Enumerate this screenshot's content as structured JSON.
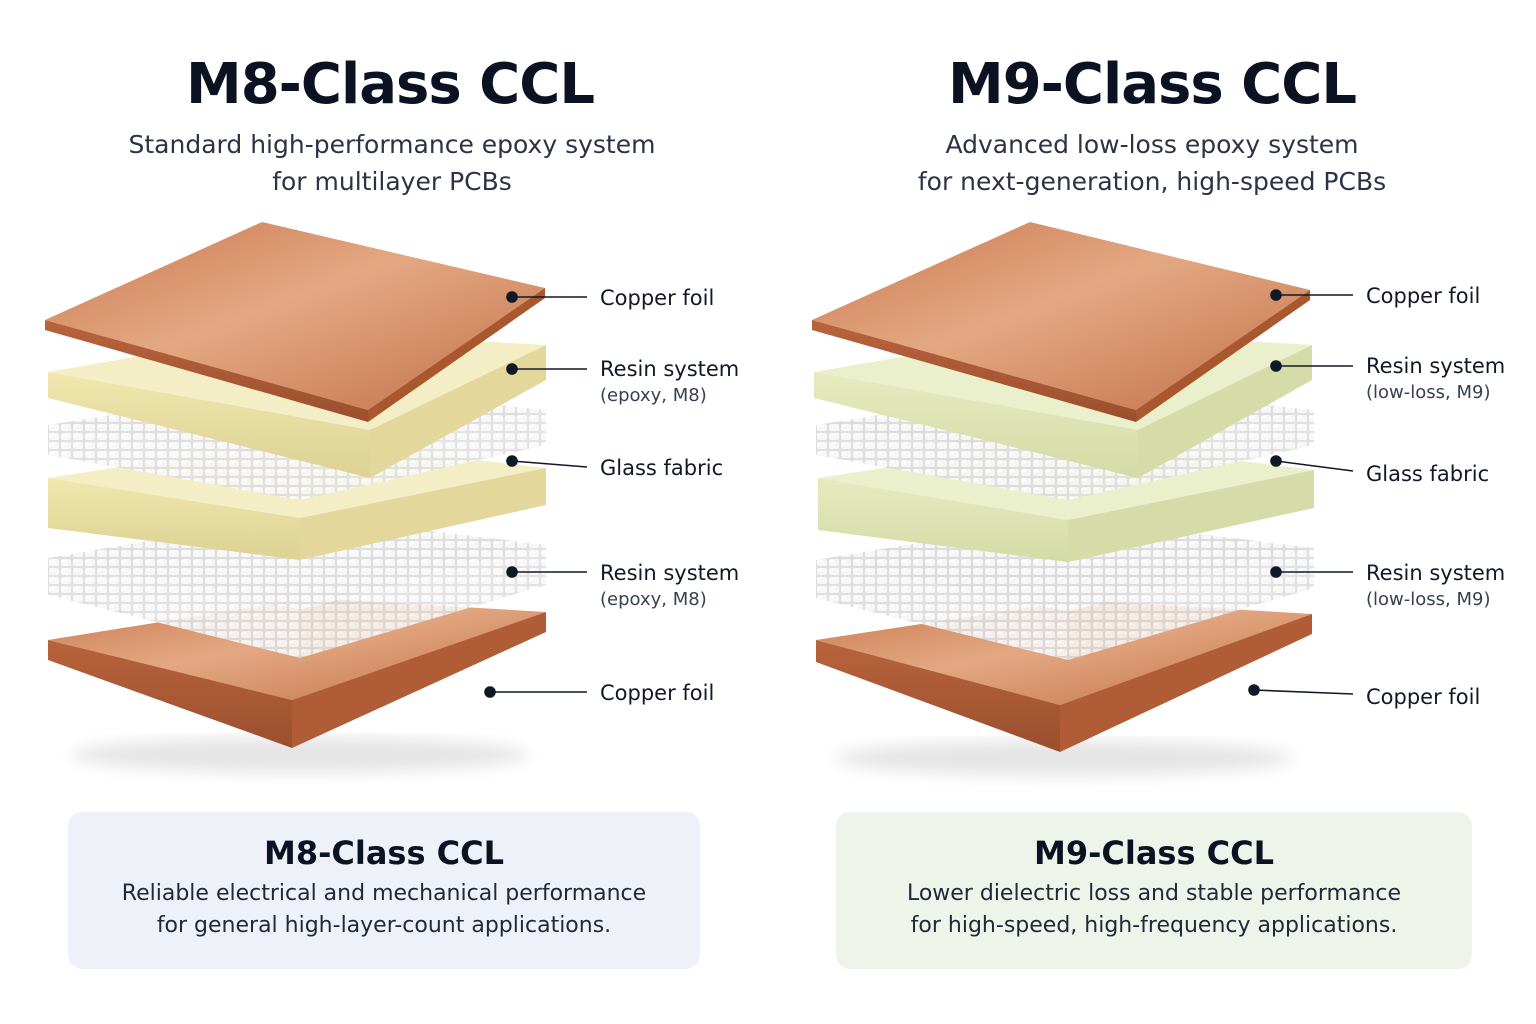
{
  "m8": {
    "title": "M8-Class CCL",
    "subtitle": [
      "Standard high-performance epoxy system",
      "for multilayer PCBs"
    ],
    "layers": [
      {
        "name": "Copper foil",
        "note": ""
      },
      {
        "name": "Resin system",
        "note": "(epoxy, M8)"
      },
      {
        "name": "Glass fabric",
        "note": ""
      },
      {
        "name": "Resin system",
        "note": "(epoxy, M8)"
      },
      {
        "name": "Copper foil",
        "note": ""
      }
    ],
    "card": {
      "title": "M8-Class CCL",
      "text": [
        "Reliable electrical and mechanical performance",
        "for general high-layer-count applications."
      ]
    },
    "resin_color": "#f1ecbf",
    "card_color": "#eef1f8"
  },
  "m9": {
    "title": "M9-Class CCL",
    "subtitle": [
      "Advanced low-loss epoxy system",
      "for next-generation, high-speed PCBs"
    ],
    "layers": [
      {
        "name": "Copper foil",
        "note": ""
      },
      {
        "name": "Resin system",
        "note": "(low-loss, M9)"
      },
      {
        "name": "Glass fabric",
        "note": ""
      },
      {
        "name": "Resin system",
        "note": "(low-loss, M9)"
      },
      {
        "name": "Copper foil",
        "note": ""
      }
    ],
    "card": {
      "title": "M9-Class CCL",
      "text": [
        "Lower dielectric loss and stable performance",
        "for high-speed, high-frequency applications."
      ]
    },
    "resin_color": "#e9eec9",
    "card_color": "#eef4ea"
  },
  "colors": {
    "copper": "#d08760",
    "glass": "#e9e9e9",
    "leader": "#111827"
  }
}
